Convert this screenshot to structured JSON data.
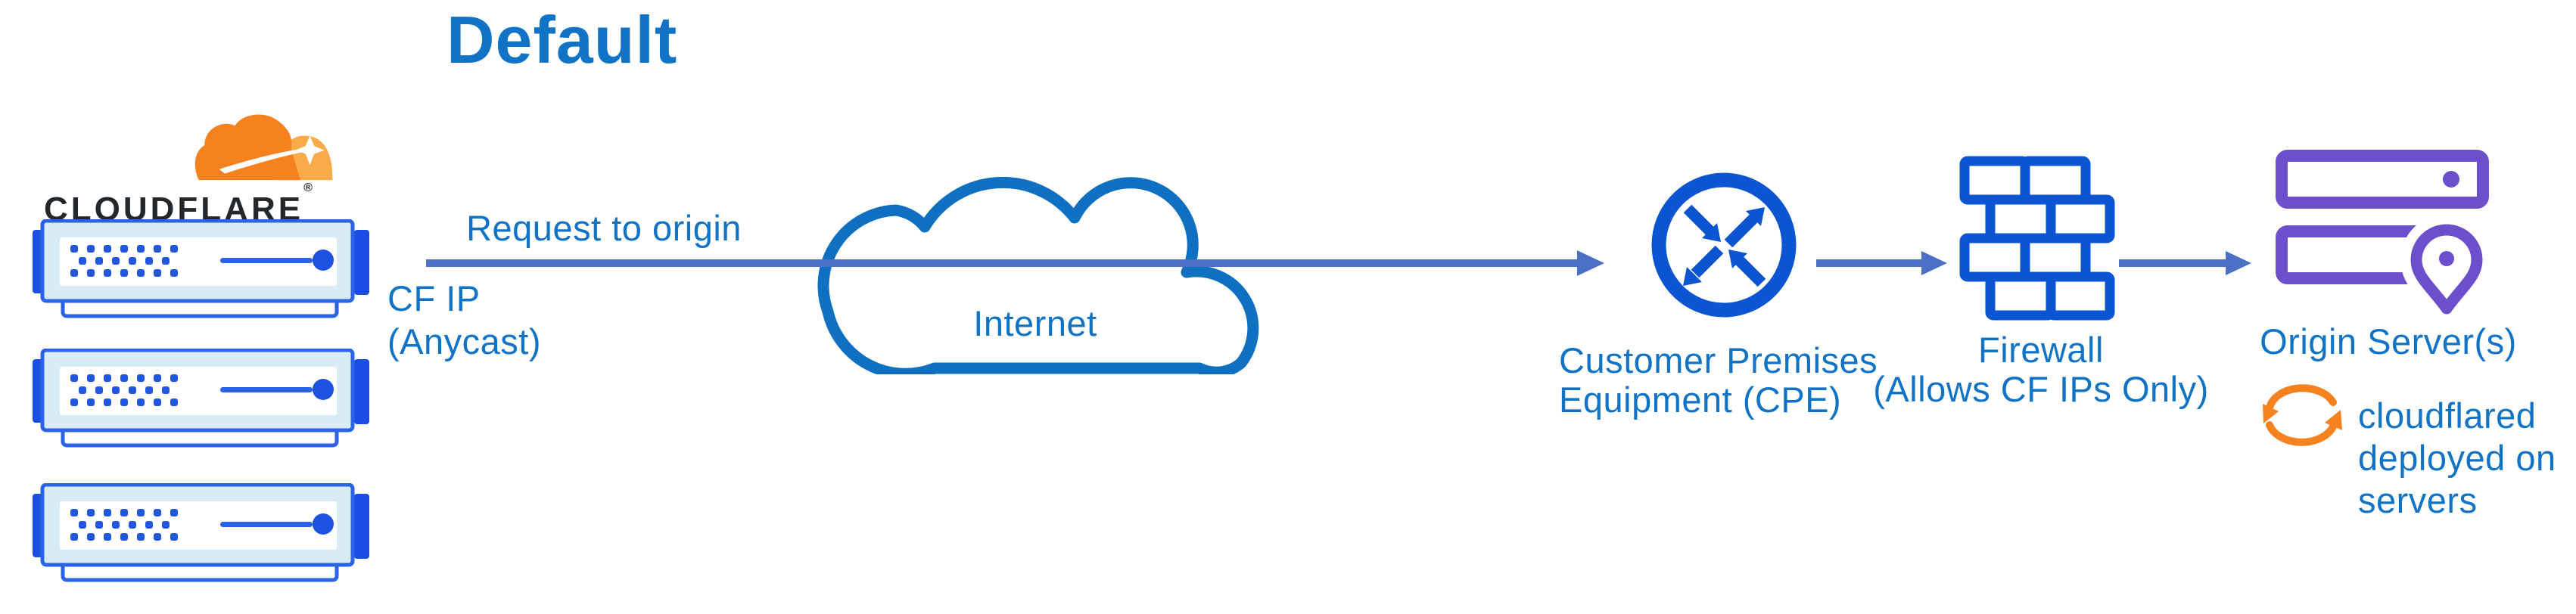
{
  "title": "Default",
  "logo": {
    "wordmark": "CLOUDFLARE",
    "registered_mark": "®"
  },
  "flow": {
    "request_arrow_label": "Request to origin",
    "edge_ip_label": {
      "line1": "CF IP",
      "line2": "(Anycast)"
    },
    "internet_label": "Internet",
    "cpe_label": {
      "line1": "Customer Premises",
      "line2": "Equipment (CPE)"
    },
    "firewall_label": {
      "line1": "Firewall",
      "line2": "(Allows CF IPs Only)"
    },
    "origin_label": "Origin Server(s)",
    "cloudflared_note": {
      "line1": "cloudflared",
      "line2": "deployed on",
      "line3": "servers"
    }
  },
  "colors": {
    "text_blue": "#1173C5",
    "arrow_slate_blue": "#4C70C6",
    "icon_blue": "#0B55D3",
    "server_tab_blue": "#1A4DE3",
    "server_border_blue": "#2B63E6",
    "server_pale_blue": "#D9EBF5",
    "cloud_stroke_blue": "#0F6FC0",
    "origin_purple": "#6B4FCB",
    "cloudflare_orange": "#F6821F",
    "cloudflare_orange_light": "#F9AB49",
    "wordmark_dark": "#23282D"
  }
}
